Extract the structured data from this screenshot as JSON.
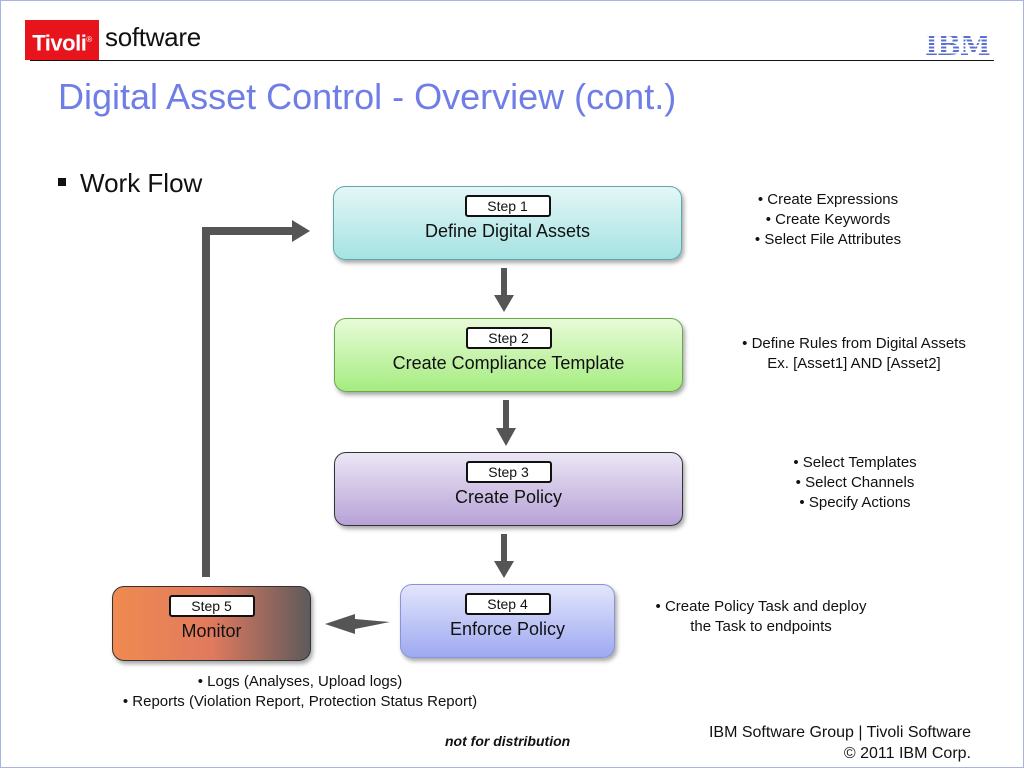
{
  "header": {
    "brand_tivoli": "Tivoli",
    "brand_registered": "®",
    "brand_software": "software",
    "company_logo": "IBM"
  },
  "slide": {
    "title": "Digital Asset Control - Overview (cont.)",
    "bullet": "Work Flow"
  },
  "steps": [
    {
      "badge": "Step 1",
      "label": "Define Digital Assets",
      "color": "#a5e3e3",
      "notes": [
        "• Create Expressions",
        "• Create Keywords",
        "• Select File Attributes"
      ]
    },
    {
      "badge": "Step 2",
      "label": "Create Compliance Template",
      "color": "#a5ec80",
      "notes": [
        "• Define Rules from Digital Assets",
        "Ex. [Asset1] AND [Asset2]"
      ]
    },
    {
      "badge": "Step 3",
      "label": "Create Policy",
      "color": "#b7a2d7",
      "notes": [
        "• Select Templates",
        "• Select Channels",
        "• Specify Actions"
      ]
    },
    {
      "badge": "Step 4",
      "label": "Enforce Policy",
      "color": "#9ea9f1",
      "notes": [
        "• Create Policy Task and deploy",
        "the Task to endpoints"
      ]
    },
    {
      "badge": "Step 5",
      "label": "Monitor",
      "color": "#f08a50",
      "notes": [
        "• Logs  (Analyses, Upload logs)",
        "• Reports (Violation Report, Protection Status Report)"
      ]
    }
  ],
  "footer": {
    "group": "IBM Software Group | Tivoli Software",
    "copyright": "© 2011 IBM Corp.",
    "distribution": "not for distribution"
  },
  "colors": {
    "title": "#6f7de6",
    "tivoli_red": "#e8141c",
    "arrow": "#555555"
  }
}
